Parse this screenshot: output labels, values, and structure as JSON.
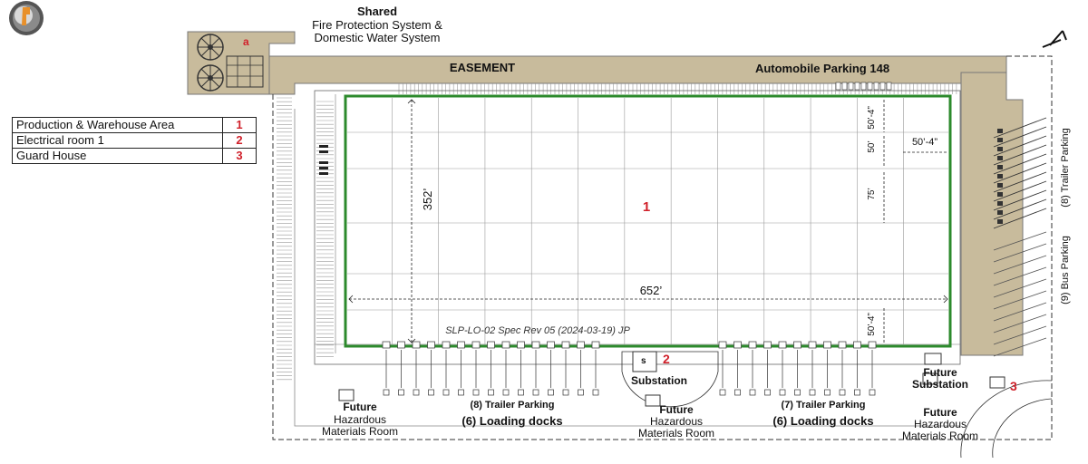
{
  "header": {
    "shared_title": "Shared",
    "shared_line1": "Fire Protection System &",
    "shared_line2": "Domestic Water System",
    "pump_marker": "a"
  },
  "site": {
    "easement": "EASEMENT",
    "auto_parking": "Automobile Parking  148",
    "trailer_parking_right": "(8) Trailer Parking",
    "bus_parking": "(9) Bus Parking",
    "building_number": "1",
    "spec_caption": "SLP-LO-02 Spec Rev 05 (2024-03-19) JP"
  },
  "legend": {
    "rows": [
      {
        "label": "Production & Warehouse Area",
        "num": "1"
      },
      {
        "label": "Electrical room 1",
        "num": "2"
      },
      {
        "label": "Guard House",
        "num": "3"
      }
    ]
  },
  "dimensions": {
    "height": "352’",
    "width": "652’",
    "bay_top": "50’-4”",
    "bay_50": "50’",
    "bay_75": "75’",
    "bay_bottom": "50’-4”",
    "column_spacing": "50’-4”"
  },
  "bottom": {
    "left_future": "Future",
    "left_haz": "Hazardous",
    "left_mat": "Materials Room",
    "trailer_left": "(8) Trailer Parking",
    "docks_left": "(6) Loading docks",
    "substation_mark": "s",
    "substation_num": "2",
    "substation": "Substation",
    "mid_future": "Future",
    "mid_haz": "Hazardous",
    "mid_mat": "Materials Room",
    "trailer_right": "(7) Trailer Parking",
    "docks_right": "(6) Loading docks",
    "right_future": "Future",
    "right_substation": "Substation",
    "right_future2": "Future",
    "right_haz": "Hazardous",
    "right_mat": "Materials Room",
    "guard_num": "3"
  },
  "colors": {
    "easement": "#c8bb9c",
    "building_outline": "#2c8a2c",
    "marker": "#d0202a",
    "grid": "#9a9a9a"
  }
}
